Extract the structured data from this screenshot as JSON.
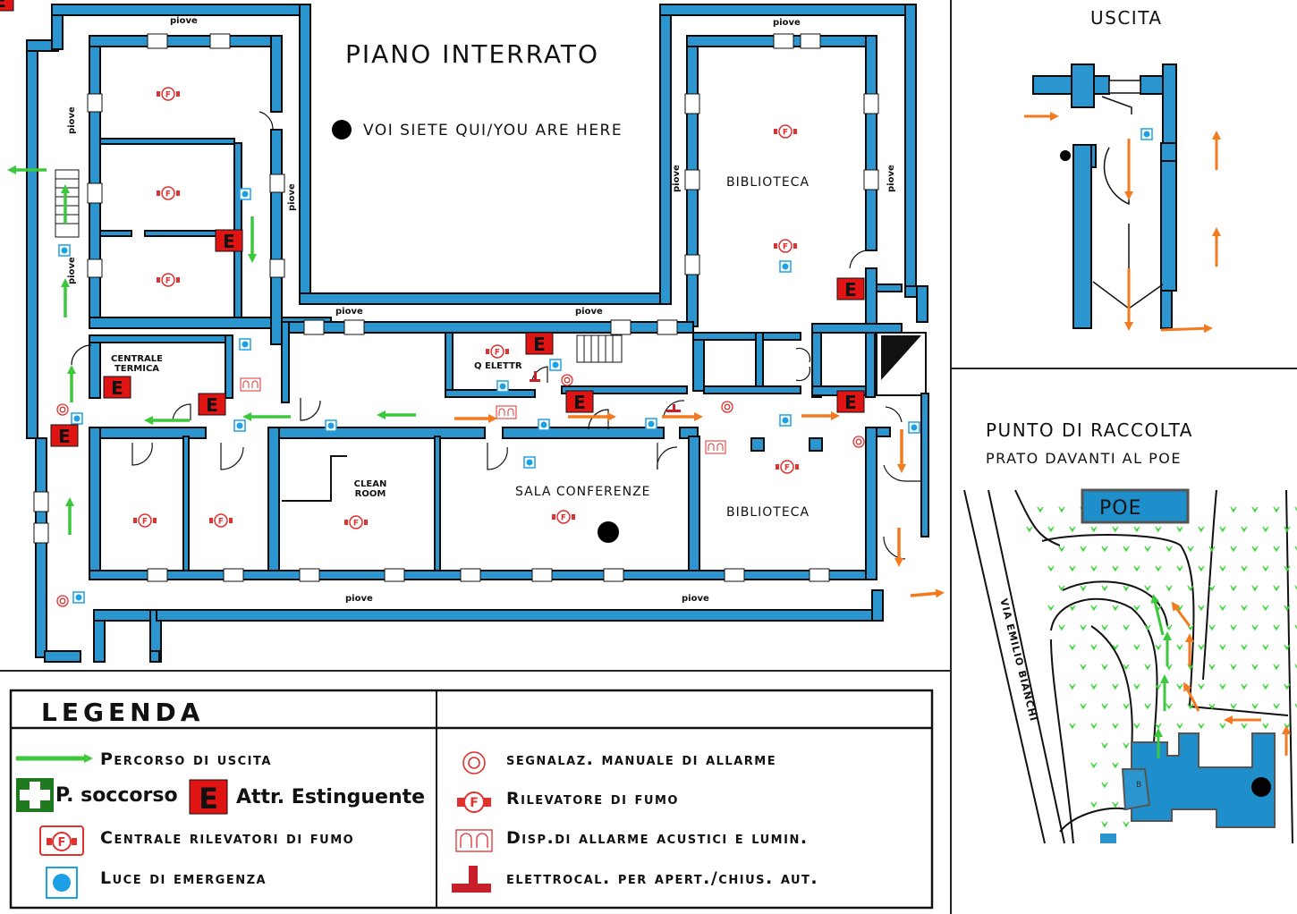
{
  "plan": {
    "title": "PIANO INTERRATO",
    "you_are_here": "VOI SIETE QUI/YOU ARE HERE",
    "rooms": {
      "biblioteca_top": "BIBLIOTECA",
      "biblioteca_bottom": "BIBLIOTECA",
      "sala_conferenze": "SALA CONFERENZE",
      "centrale_termica": "CENTRALE\nTERMICA",
      "clean_room": "CLEAN\nROOM",
      "q_elettr": "Q ELETTR"
    },
    "piove_label": "piove",
    "extinguisher_letter": "E",
    "smoke_letter": "F"
  },
  "exit_panel": {
    "title": "USCITA"
  },
  "assembly_panel": {
    "title": "PUNTO DI RACCOLTA",
    "subtitle": "PRATO DAVANTI AL POE",
    "building_label": "POE",
    "street_label": "VIA EMILIO BIANCHI",
    "small_building_label": "B"
  },
  "legend": {
    "title": "LEGENDA",
    "items": {
      "exit_route": "Percorso di uscita",
      "first_aid": "P. soccorso",
      "extinguisher": "Attr. Estinguente",
      "smoke_control": "Centrale rilevatori di fumo",
      "emergency_light": "Luce di emergenza",
      "manual_alarm": "segnalaz. manuale di allarme",
      "smoke_detector": "Rilevatore di fumo",
      "acoustic_alarm": "Disp.di allarme acustici e lumin.",
      "electromagnet": "elettrocal. per apert./chius. aut."
    }
  },
  "colors": {
    "wall": "#2b95cf",
    "wall_outline": "#0a0a0a",
    "exit_green": "#3cc83c",
    "exit_orange": "#f47a20",
    "extinguisher_red": "#e11414",
    "alarm_red": "#e03030",
    "light_blue": "#1ea0e6",
    "lawn_green": "#39d839"
  }
}
